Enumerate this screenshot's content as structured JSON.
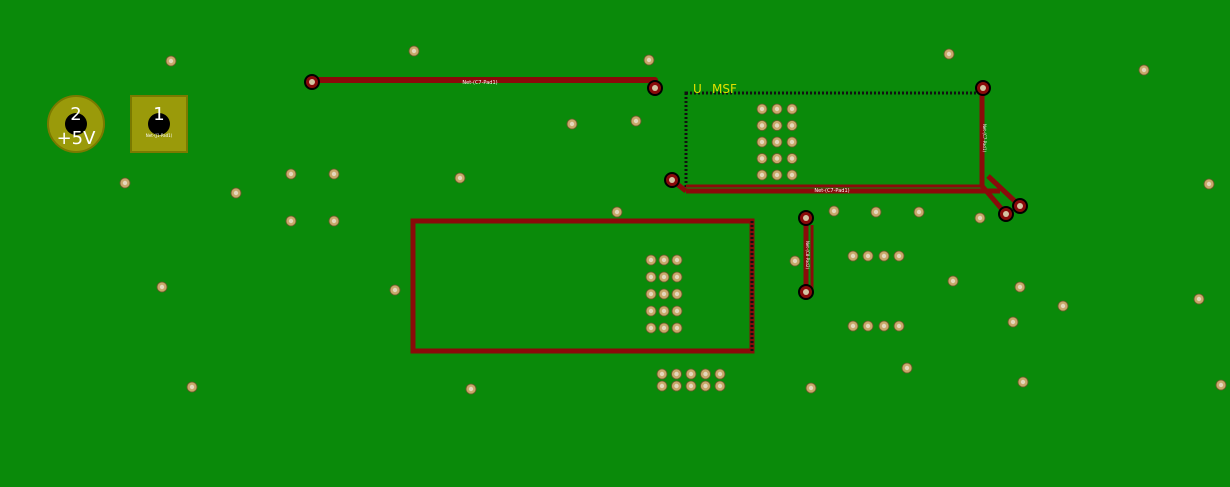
{
  "view": "PCB layout editor — copper layer view",
  "colors": {
    "copper_fill": "#0a8a0a",
    "trace": "#8a0a0a",
    "via_ring": "#c8a86a",
    "via_hole": "#d4c4a4",
    "pad": "#9a9a0a",
    "pad_hole": "#000000",
    "zone_outline": "#8a0a0a",
    "net_label": "#ffffff",
    "silk_yellow": "#e0e000"
  },
  "pads": [
    {
      "number": "2",
      "net": "+5V",
      "shape": "round"
    },
    {
      "number": "1",
      "net": "Net-(J1-Pad1)",
      "shape": "square"
    }
  ],
  "net_labels": {
    "top_trace": "Net-(C7-Pad1)",
    "long_trace": "Net-(C7-Pad1)",
    "vertical_trace_right": "Net-(C7-Pad1)",
    "vertical_trace_mid": "Net-(C8-Pad2)"
  },
  "silk": {
    "fragment_a": "U",
    "fragment_b": "MSF"
  }
}
